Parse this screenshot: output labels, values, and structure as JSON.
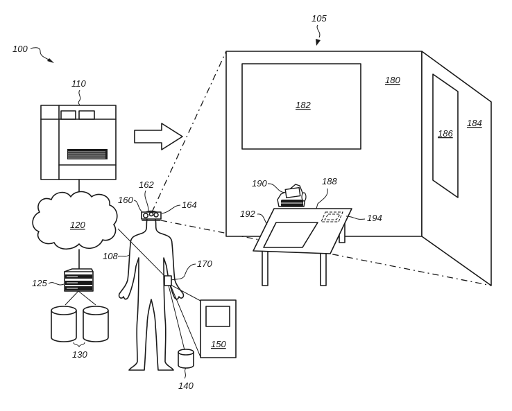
{
  "figure": {
    "type": "patent-drawing",
    "colors": {
      "ink": "#1a1a1a",
      "background": "#ffffff"
    }
  },
  "labels": {
    "system": "100",
    "environment": "105",
    "user": "108",
    "server": "110",
    "network": "120",
    "network_device": "125",
    "databases": "130",
    "storage": "140",
    "computing_device": "150",
    "headset": "160",
    "camera": "162",
    "sensor": "164",
    "wearable_device": "170",
    "wall_back": "180",
    "display_screen": "182",
    "wall_side": "184",
    "door": "186",
    "table": "188",
    "robot": "190",
    "surface_panel": "192",
    "virtual_object": "194"
  }
}
